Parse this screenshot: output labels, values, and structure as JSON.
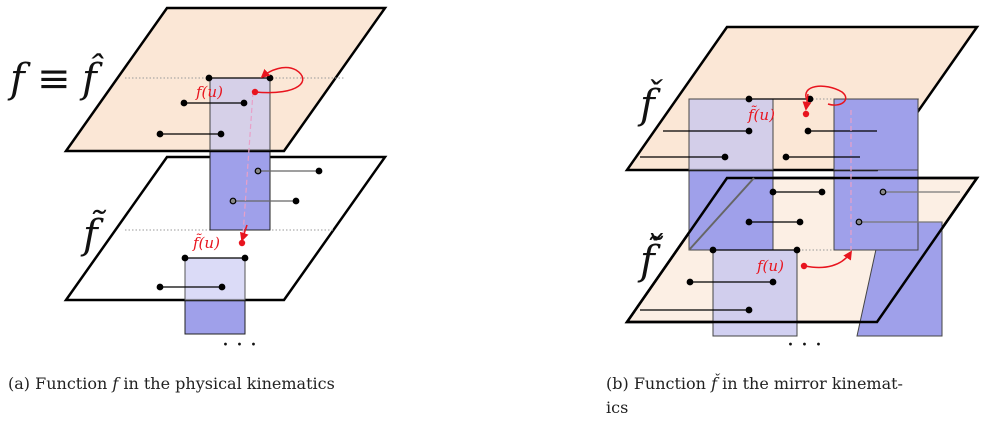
{
  "panel_a": {
    "top_label_1": "f",
    "top_label_2": "≡",
    "top_label_3": "f̂",
    "bottom_label": "f̃",
    "point_label_top": "f(u)",
    "point_label_bottom": "f̃(u)",
    "dots": "· · ·",
    "caption_prefix": "(a) Function ",
    "caption_var": "f",
    "caption_suffix": " in the physical kinematics"
  },
  "panel_b": {
    "top_label": "f̌",
    "bottom_label": "f̃̌",
    "point_label_top": "f̃(u)",
    "point_label_bottom": "f(u)",
    "dots": "· · ·",
    "caption_prefix": "(b) Function ",
    "caption_var": "f̌",
    "caption_suffix_line1": " in the mirror kinemat-",
    "caption_line2": "ics"
  },
  "colors": {
    "peach": "#fbe7d6",
    "blue_rect": "#9fa0ea",
    "blue_light": "#d8d8f6",
    "red": "#e8141e",
    "stroke": "#111111"
  }
}
